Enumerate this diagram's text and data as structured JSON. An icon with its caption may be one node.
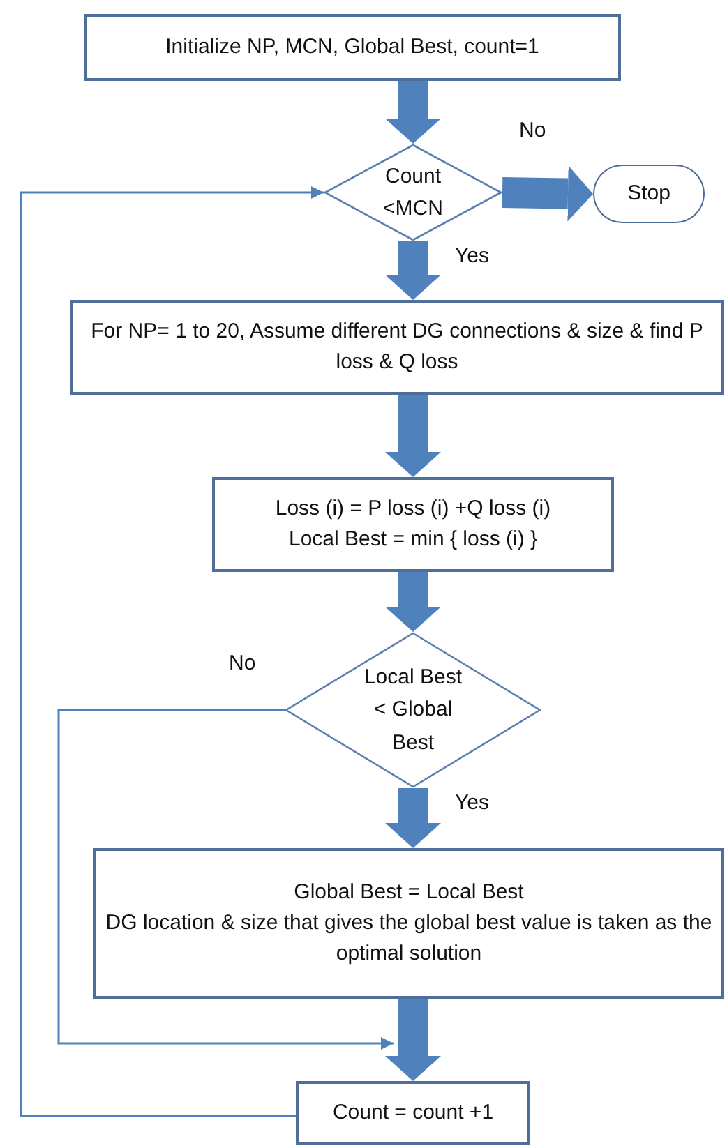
{
  "diagram": {
    "nodes": [
      {
        "text": [
          "Initialize NP, MCN, Global Best, count=1"
        ]
      },
      {
        "text": [
          "Count <MCN"
        ]
      },
      {
        "text": [
          "Stop"
        ]
      },
      {
        "text": [
          "For NP= 1 to 20, Assume different DG connections & size & find P loss & Q loss"
        ]
      },
      {
        "text": [
          "Loss (i) = P loss (i) +Q loss (i)",
          "Local Best = min { loss (i) }"
        ]
      },
      {
        "text": [
          "Local Best < Global Best"
        ]
      },
      {
        "text": [
          "Global Best = Local Best",
          "DG location & size that gives the global best value is taken as the optimal solution"
        ]
      },
      {
        "text": [
          "Count = count +1"
        ]
      }
    ],
    "edges": [
      {
        "from": 0,
        "to": 1,
        "arrow": "to"
      },
      {
        "from": 1,
        "to": 2,
        "arrow": "to",
        "label": "No"
      },
      {
        "from": 1,
        "to": 3,
        "arrow": "to",
        "label": "Yes"
      },
      {
        "from": 3,
        "to": 4,
        "arrow": "to"
      },
      {
        "from": 4,
        "to": 5,
        "arrow": "to"
      },
      {
        "from": 5,
        "to": 6,
        "arrow": "to",
        "label": "Yes"
      },
      {
        "from": 5,
        "to": 7,
        "arrow": "to",
        "label": "No"
      },
      {
        "from": 6,
        "to": 7,
        "arrow": "to"
      },
      {
        "from": 7,
        "to": 1,
        "arrow": "to"
      }
    ]
  }
}
